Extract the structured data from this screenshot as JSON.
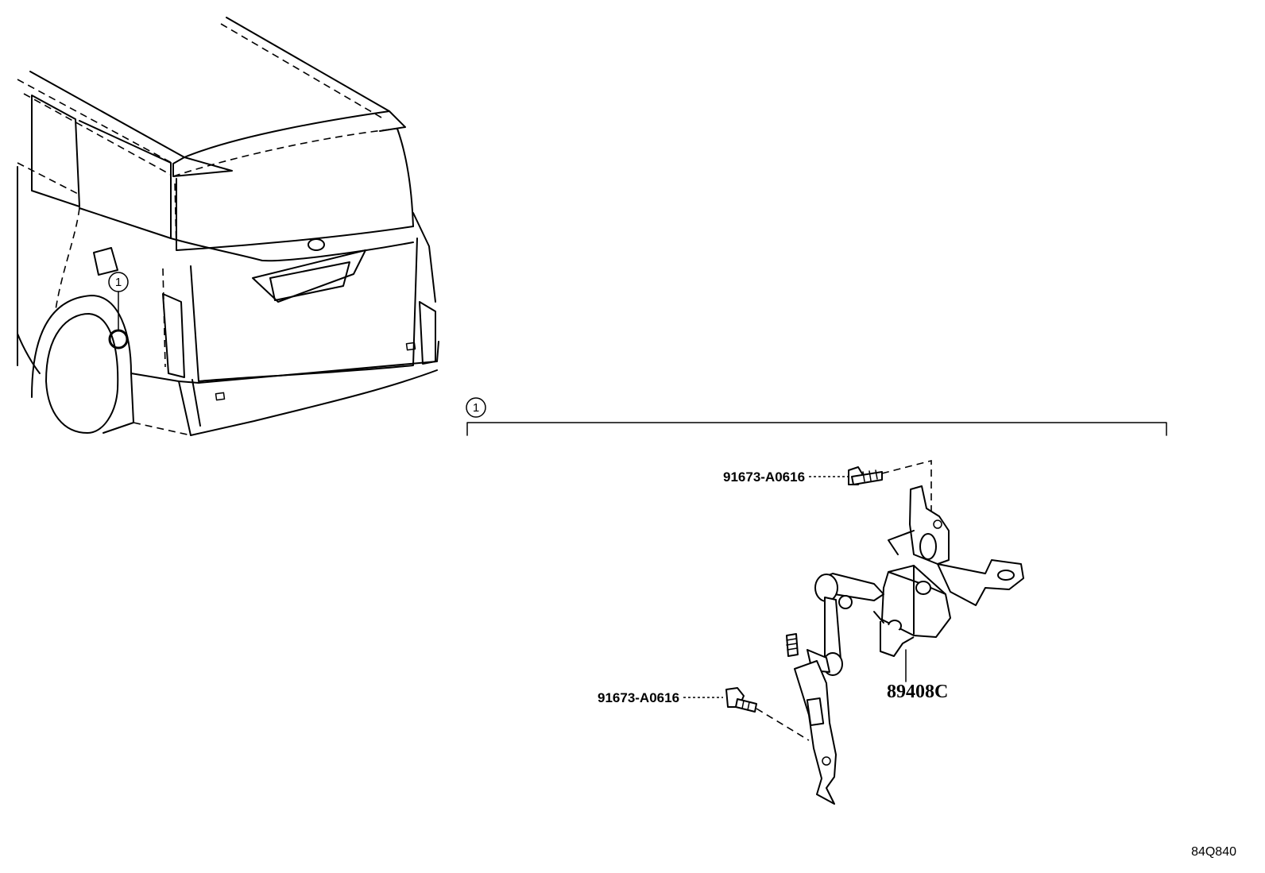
{
  "callouts": {
    "vehicle_marker": "1",
    "assembly_marker": "1"
  },
  "parts": {
    "upper_bolt": "91673-A0616",
    "lower_bolt": "91673-A0616",
    "sensor_assembly": "89408C"
  },
  "diagram_id": "84Q840"
}
